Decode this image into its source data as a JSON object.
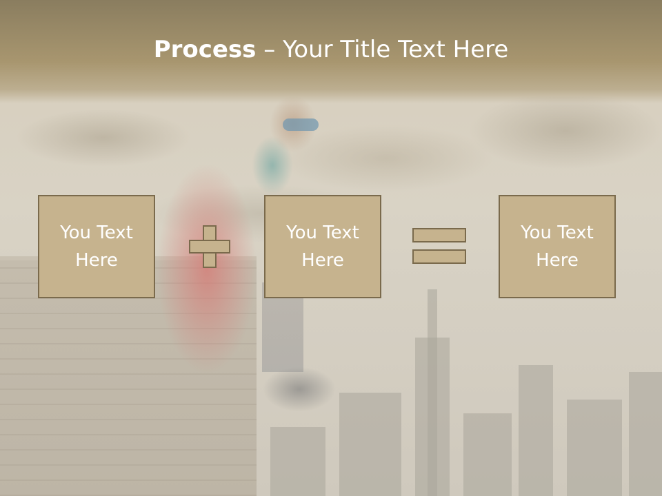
{
  "title": {
    "bold": "Process",
    "rest": " – Your Title Text Here"
  },
  "boxes": [
    {
      "line1": "You Text",
      "line2": "Here"
    },
    {
      "line1": "You Text",
      "line2": "Here"
    },
    {
      "line1": "You Text",
      "line2": "Here"
    }
  ],
  "colors": {
    "box_fill": "#c6b38e",
    "box_border": "#7a6a4c",
    "title_bar": "#a8966f",
    "text": "#ffffff"
  },
  "icons": [
    "plus-icon",
    "equals-icon"
  ]
}
